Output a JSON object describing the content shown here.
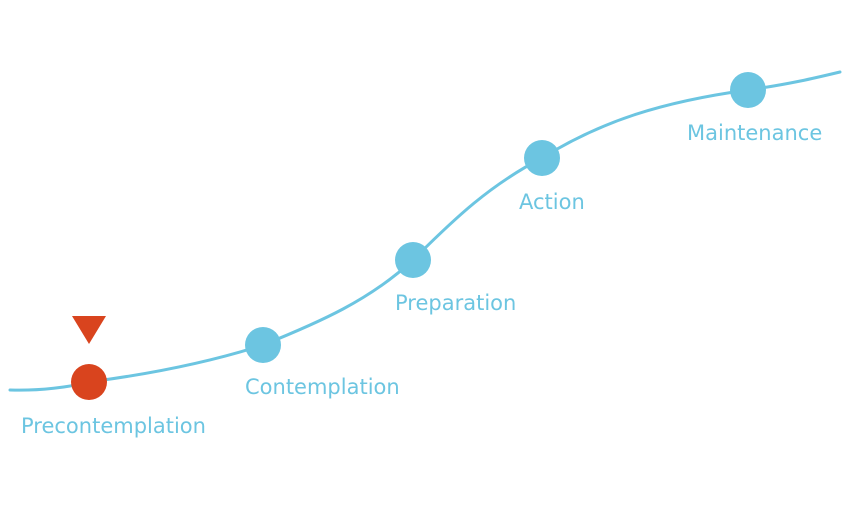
{
  "colors": {
    "curve": "#6cc5e1",
    "node": "#6cc5e1",
    "label": "#6cc5e1",
    "current": "#d9441e",
    "background": "#ffffff"
  },
  "stages": [
    {
      "label": "Precontemplation",
      "current": true
    },
    {
      "label": "Contemplation",
      "current": false
    },
    {
      "label": "Preparation",
      "current": false
    },
    {
      "label": "Action",
      "current": false
    },
    {
      "label": "Maintenance",
      "current": false
    }
  ],
  "marker": {
    "icon": "down-triangle-icon"
  }
}
